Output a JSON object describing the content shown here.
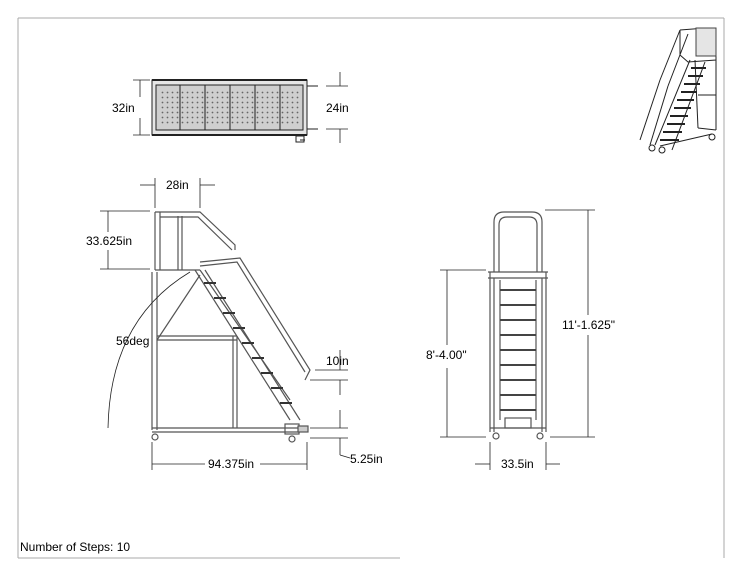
{
  "drawing": {
    "dimensions": {
      "top_width": "32in",
      "top_depth": "24in",
      "platform_depth": "28in",
      "handrail_height": "33.625in",
      "angle": "56deg",
      "rail_offset": "10in",
      "base_length": "94.375in",
      "caster_height": "5.25in",
      "platform_height": "8'-4.00\"",
      "overall_height": "11'-1.625\"",
      "base_width": "33.5in"
    },
    "footer": {
      "steps_caption": "Number of Steps: 10"
    }
  },
  "colors": {
    "line": "#111111",
    "frame": "#9a9a9a",
    "fill": "#d9d9d9"
  }
}
